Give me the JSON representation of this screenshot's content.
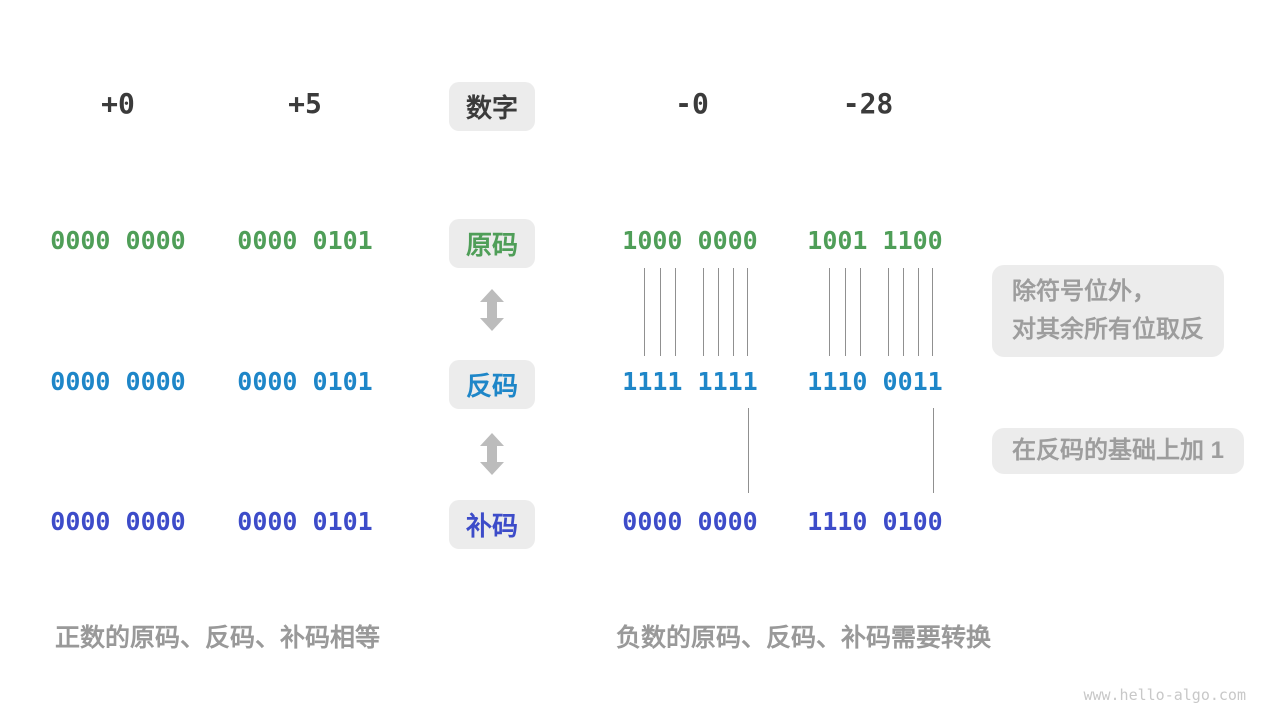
{
  "header": {
    "labels": [
      "+0",
      "+5",
      "数字",
      "-0",
      "-28"
    ]
  },
  "rows": {
    "sign": {
      "label": "原码",
      "values": [
        "0000 0000",
        "0000 0101",
        "1000 0000",
        "1001 1100"
      ]
    },
    "ones": {
      "label": "反码",
      "values": [
        "0000 0000",
        "0000 0101",
        "1111 1111",
        "1110 0011"
      ]
    },
    "twos": {
      "label": "补码",
      "values": [
        "0000 0000",
        "0000 0101",
        "0000 0000",
        "1110 0100"
      ]
    }
  },
  "annotations": {
    "invert_line1": "除符号位外，",
    "invert_line2": "对其余所有位取反",
    "add_one": "在反码的基础上加 1"
  },
  "captions": {
    "positive": "正数的原码、反码、补码相等",
    "negative": "负数的原码、反码、补码需要转换"
  },
  "watermark": "www.hello-algo.com",
  "colors": {
    "sign_code": "#4f9e58",
    "ones_code": "#1e86c8",
    "twos_code": "#3d4cc9",
    "header_text": "#3b3b3b",
    "badge_bg": "#ececec",
    "muted_text": "#999999",
    "line_gray": "#909090"
  }
}
